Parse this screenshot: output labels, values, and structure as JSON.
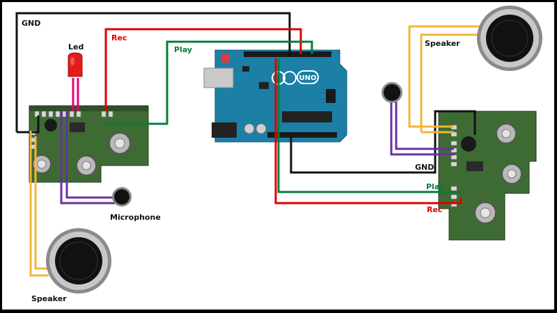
{
  "labels": {
    "gnd_left": "GND",
    "rec_top": "Rec",
    "led": "Led",
    "play_top": "Play",
    "microphone": "Microphone",
    "speaker_bottom": "Speaker",
    "speaker_top": "Speaker",
    "gnd_right": "GND",
    "play_right": "Play",
    "rec_right": "Rec"
  },
  "board_logo": "UNO",
  "colors": {
    "gnd": "#111111",
    "rec": "#e00000",
    "play": "#0a7a3a",
    "speaker": "#f5b53a",
    "mic": "#6a2fa0",
    "led_lead": "#e8007a",
    "led": "#e41b1b",
    "arduino": "#1b7fa6",
    "pcb": "#3e6b33"
  }
}
